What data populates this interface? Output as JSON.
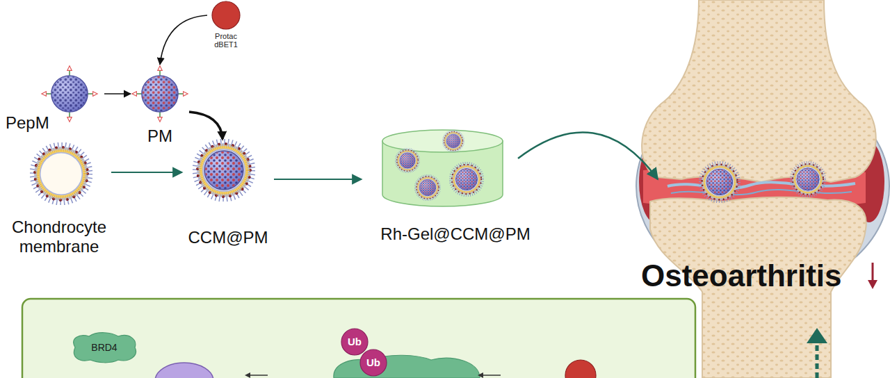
{
  "diagram": {
    "nodes": [
      {
        "text": [
          "Protac dBET1"
        ]
      },
      {
        "text": [
          "PepM"
        ]
      },
      {
        "text": [
          "PM"
        ]
      },
      {
        "text": [
          "Chondrocyte membrane"
        ]
      },
      {
        "text": [
          "CCM@PM"
        ]
      },
      {
        "text": [
          "Rh-Gel@CCM@PM"
        ]
      },
      {
        "text": [
          "BRD4"
        ]
      },
      {
        "text": [
          "Ub"
        ]
      },
      {
        "text": [
          "Ub"
        ]
      }
    ],
    "edges": [
      {
        "from": 0,
        "to": 2,
        "arrow": "to"
      },
      {
        "from": 1,
        "to": 2,
        "arrow": "to"
      },
      {
        "from": 2,
        "to": 4,
        "arrow": "to"
      },
      {
        "from": 3,
        "to": 4,
        "arrow": "to"
      },
      {
        "from": 4,
        "to": 5,
        "arrow": "to"
      }
    ],
    "labels": [
      "Osteoarthritis"
    ]
  }
}
